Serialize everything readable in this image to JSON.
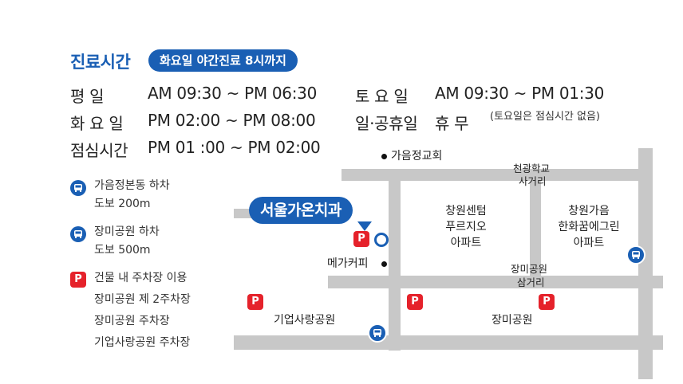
{
  "header": {
    "title": "진료시간",
    "badge": "화요일 야간진료 8시까지"
  },
  "schedule": {
    "weekday_label": "평    일",
    "weekday_hours": "AM 09:30 ~ PM 06:30",
    "tuesday_label": "화 요 일",
    "tuesday_hours": "PM 02:00 ~ PM 08:00",
    "lunch_label": "점심시간",
    "lunch_hours": "PM 01 :00 ~ PM 02:00",
    "saturday_label": "토 요 일",
    "saturday_hours": "AM 09:30 ~ PM 01:30",
    "saturday_note": "(토요일은 점심시간 없음)",
    "holiday_label": "일·공휴일",
    "holiday_value": "휴 무"
  },
  "legend": {
    "bus1_line1": "가음정본동 하차",
    "bus1_line2": "도보 200m",
    "bus2_line1": "장미공원 하차",
    "bus2_line2": "도보 500m",
    "parking_icon": "P",
    "parking_line1": "건물 내 주차장 이용",
    "parking_line2": "장미공원 제 2주차장",
    "parking_line3": "장미공원 주차장",
    "parking_line4": "기업사랑공원 주차장"
  },
  "map": {
    "clinic_name": "서울가온치과",
    "church": "가음정교회",
    "megacoffee": "메가커피",
    "apt1_line1": "창원센텀",
    "apt1_line2": "푸르지오",
    "apt1_line3": "아파트",
    "apt2_line1": "창원가음",
    "apt2_line2": "한화꿈에그린",
    "apt2_line3": "아파트",
    "junction1_line1": "천광학교",
    "junction1_line2": "사거리",
    "junction2_line1": "장미공원",
    "junction2_line2": "삼거리",
    "park1": "기업사랑공원",
    "park2": "장미공원",
    "parking_icon": "P"
  },
  "colors": {
    "brand_blue": "#1a5fb4",
    "parking_red": "#e5222b",
    "road_gray": "#c8c8c8"
  },
  "icons": [
    "bus-icon",
    "parking-icon",
    "location-ring-icon",
    "bullet-dot-icon"
  ]
}
